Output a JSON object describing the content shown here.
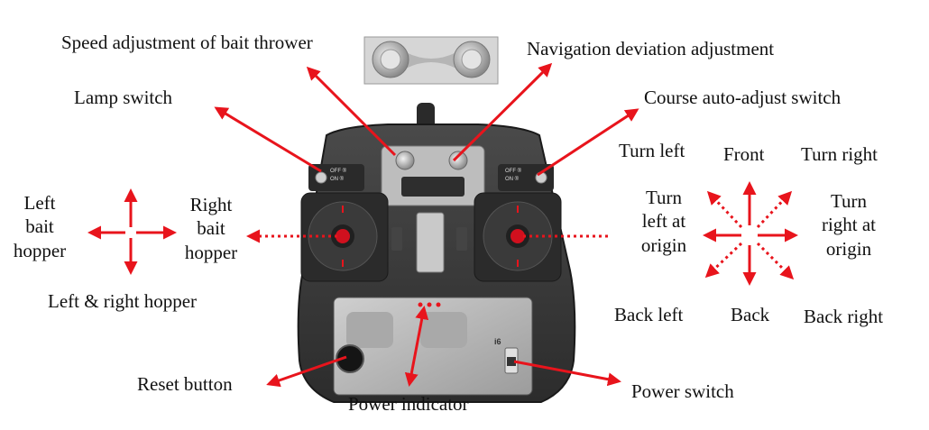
{
  "labels": {
    "speed_adjustment": "Speed adjustment of bait thrower",
    "navigation_deviation": "Navigation deviation adjustment",
    "lamp_switch": "Lamp switch",
    "course_auto_adjust": "Course auto-adjust switch",
    "left_bait_hopper": "Left\nbait\nhopper",
    "right_bait_hopper": "Right\nbait\nhopper",
    "left_right_hopper": "Left & right hopper",
    "turn_left": "Turn left",
    "front": "Front",
    "turn_right": "Turn right",
    "turn_left_origin": "Turn\nleft at\norigin",
    "turn_right_origin": "Turn\nright at\norigin",
    "back_left": "Back left",
    "back": "Back",
    "back_right": "Back right",
    "reset_button": "Reset button",
    "power_indicator": "Power indicator",
    "power_switch": "Power switch"
  },
  "device_text": {
    "switch_top": "OFF ®",
    "switch_bottom": "ON ®",
    "brand": "i6"
  },
  "colors": {
    "arrow": "#e8141c",
    "body": "#3c3c3c",
    "panel": "#b9b9b9",
    "text": "#111111"
  }
}
